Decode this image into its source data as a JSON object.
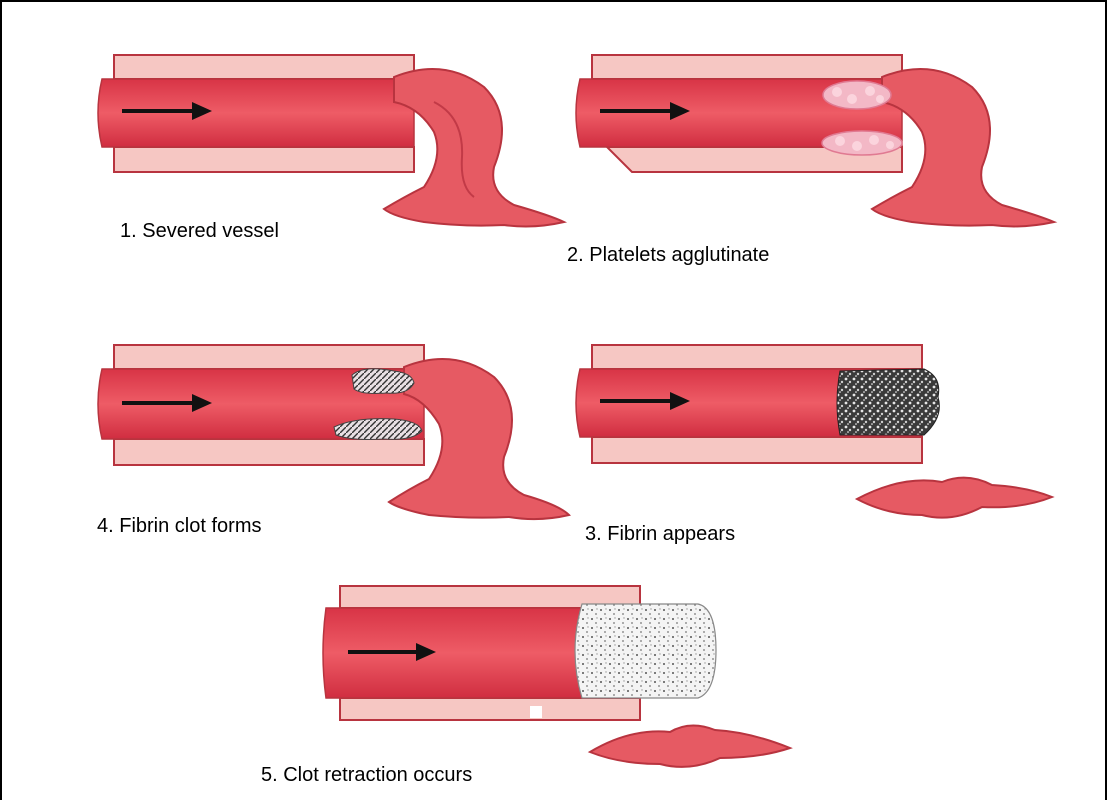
{
  "panels": [
    {
      "id": "panel-1",
      "caption": "1. Severed vessel",
      "stage": "severed"
    },
    {
      "id": "panel-2",
      "caption": "2. Platelets agglutinate",
      "stage": "platelets"
    },
    {
      "id": "panel-4",
      "caption": "4. Fibrin clot forms",
      "stage": "fibrin-clot"
    },
    {
      "id": "panel-3",
      "caption": "3. Fibrin appears",
      "stage": "fibrin"
    },
    {
      "id": "panel-5",
      "caption": "5. Clot retraction occurs",
      "stage": "retraction"
    }
  ],
  "colors": {
    "vessel_wall": "#f6c7c3",
    "vessel_lumen": "#e84a57",
    "vessel_dark": "#c62a3b",
    "arrow": "#111111",
    "platelets": "#f3b8c6",
    "fibrin_dark": "#2a2a2a",
    "clot_light": "#f2f2f2"
  }
}
